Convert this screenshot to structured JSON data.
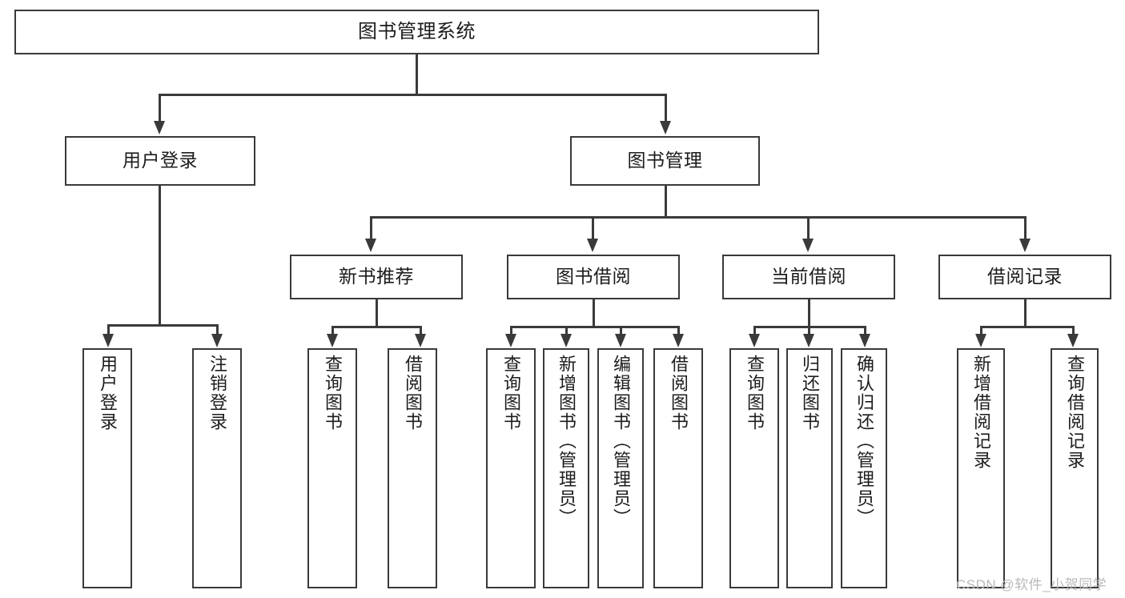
{
  "diagram": {
    "title_node": {
      "label": "图书管理系统"
    },
    "level1": [
      {
        "label": "用户登录"
      },
      {
        "label": "图书管理"
      }
    ],
    "level2": [
      {
        "label": "新书推荐"
      },
      {
        "label": "图书借阅"
      },
      {
        "label": "当前借阅"
      },
      {
        "label": "借阅记录"
      }
    ],
    "leaves": [
      {
        "label": "用户登录"
      },
      {
        "label": "注销登录"
      },
      {
        "label": "查询图书"
      },
      {
        "label": "借阅图书"
      },
      {
        "label": "查询图书"
      },
      {
        "label": "新增图书（管理员）"
      },
      {
        "label": "编辑图书（管理员）"
      },
      {
        "label": "借阅图书"
      },
      {
        "label": "查询图书"
      },
      {
        "label": "归还图书"
      },
      {
        "label": "确认归还（管理员）"
      },
      {
        "label": "新增借阅记录"
      },
      {
        "label": "查询借阅记录"
      }
    ],
    "watermark": "CSDN @软件_小贺同学",
    "colors": {
      "stroke": "#3a3a3a",
      "fill": "#ffffff",
      "text": "#1c1c1c",
      "watermark": "#b9b9b9"
    }
  }
}
